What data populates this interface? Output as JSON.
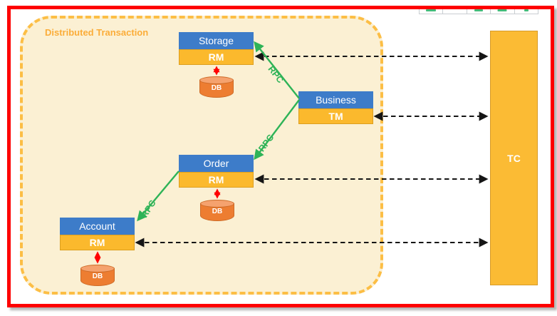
{
  "diagram": {
    "group_label": "Distributed Transaction",
    "services": {
      "storage": {
        "name": "Storage",
        "role": "RM",
        "db": "DB"
      },
      "business": {
        "name": "Business",
        "role": "TM"
      },
      "order": {
        "name": "Order",
        "role": "RM",
        "db": "DB"
      },
      "account": {
        "name": "Account",
        "role": "RM",
        "db": "DB"
      }
    },
    "coordinator": {
      "label": "TC"
    },
    "connections": {
      "business_storage": {
        "label": "RPC"
      },
      "business_order": {
        "label": "RPC"
      },
      "order_account": {
        "label": "RPC"
      }
    },
    "colors": {
      "frame_red": "#FE0000",
      "service_blue": "#3D7CC9",
      "rm_tm_yellow": "#FBB92D",
      "tc_yellow": "#FBBB34",
      "db_orange": "#ED7D31",
      "rpc_green": "#2EB357",
      "container_fill": "#FBF0D3",
      "container_border": "#FCBE45",
      "group_label_orange": "#FBAD39"
    }
  },
  "partial_table": {
    "cells": [
      {
        "mark_width": 14
      },
      {
        "mark_width": 0
      },
      {
        "mark_width": 12
      },
      {
        "mark_width": 13
      },
      {
        "mark_width": 6
      }
    ]
  }
}
